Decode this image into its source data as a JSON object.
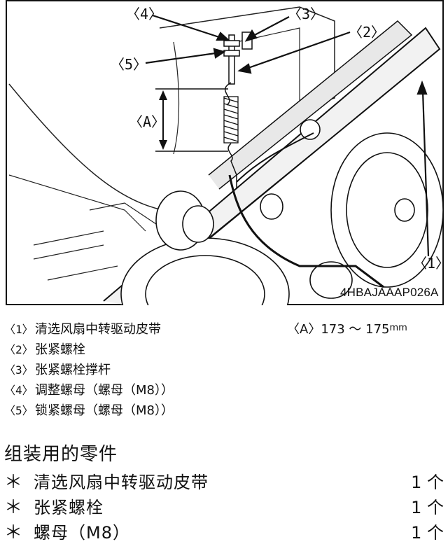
{
  "figure": {
    "labels": {
      "l4": "〈4〉",
      "l3": "〈3〉",
      "l2": "〈2〉",
      "l5": "〈5〉",
      "lA": "〈A〉",
      "l1": "〈1〉"
    },
    "code": "4HBAJAAAP026A"
  },
  "legend": [
    {
      "num": "〈1〉",
      "text": "清选风扇中转驱动皮带"
    },
    {
      "num": "〈2〉",
      "text": "张紧螺栓"
    },
    {
      "num": "〈3〉",
      "text": "张紧螺栓撑杆"
    },
    {
      "num": "〈4〉",
      "text": "调整螺母（螺母（M8））"
    },
    {
      "num": "〈5〉",
      "text": "锁紧螺母（螺母（M8））"
    }
  ],
  "dimension": {
    "label": "〈A〉",
    "value": "173 ～ 175",
    "unit": "mm"
  },
  "parts": {
    "title": "组装用的零件",
    "items": [
      {
        "bullet": "＊",
        "name": "清选风扇中转驱动皮带",
        "qty": "1 个"
      },
      {
        "bullet": "＊",
        "name": "张紧螺栓",
        "qty": "1 个"
      },
      {
        "bullet": "＊",
        "name": "螺母（M8）",
        "qty": "1 个"
      }
    ]
  }
}
